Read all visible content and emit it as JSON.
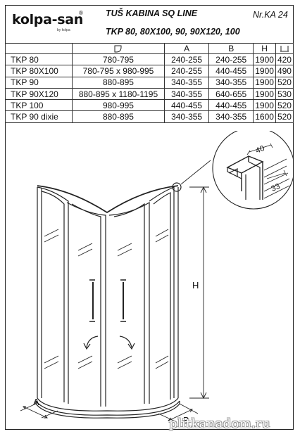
{
  "brand": {
    "name": "kolpa-san",
    "registered": "®",
    "tagline": "by kolpa"
  },
  "header": {
    "title_line1": "TUŠ KABINA SQ  LINE",
    "title_line2": "TKP 80, 80X100, 90, 90X120, 100",
    "ref": "Nr.KA 24"
  },
  "table": {
    "columns": [
      "",
      "",
      "A",
      "B",
      "H",
      ""
    ],
    "column_icons": [
      "",
      "tray-outline-icon",
      "",
      "",
      "",
      "tray-depth-icon"
    ],
    "rows": [
      [
        "TKP 80",
        "780-795",
        "240-255",
        "240-255",
        "1900",
        "420"
      ],
      [
        "TKP 80X100",
        "780-795 x 980-995",
        "240-255",
        "440-455",
        "1900",
        "490"
      ],
      [
        "TKP 90",
        "880-895",
        "340-355",
        "340-355",
        "1900",
        "520"
      ],
      [
        "TKP 90X120",
        "880-895 x 1180-1195",
        "340-355",
        "640-655",
        "1900",
        "530"
      ],
      [
        "TKP 100",
        "980-995",
        "440-455",
        "440-455",
        "1900",
        "520"
      ],
      [
        "TKP 90 dixie",
        "880-895",
        "340-355",
        "340-355",
        "1600",
        "520"
      ]
    ]
  },
  "drawing": {
    "dim_A": "A",
    "dim_B": "B",
    "dim_H": "H",
    "detail_width": "40",
    "detail_depth": "33"
  },
  "watermark": "plitkanadom.ru"
}
